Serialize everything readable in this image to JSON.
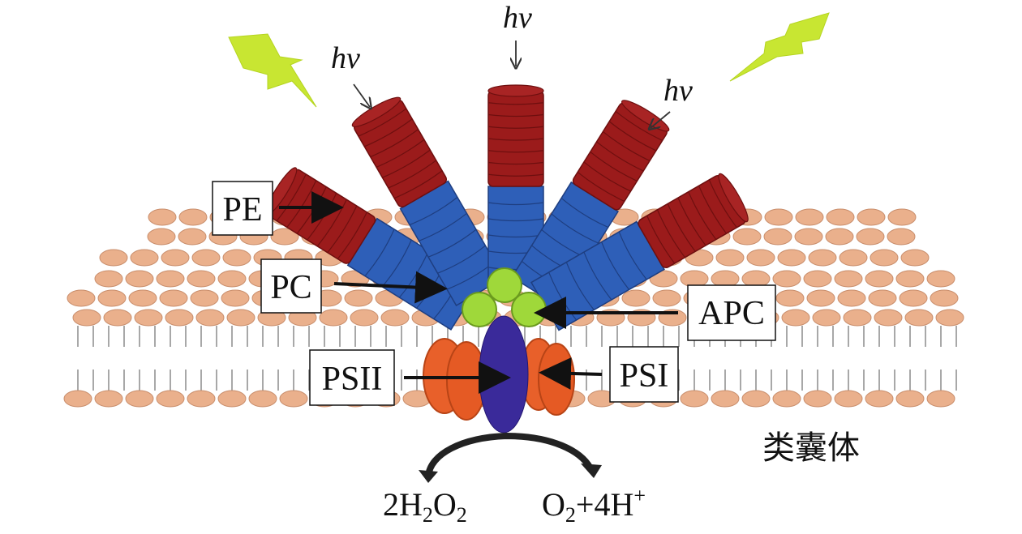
{
  "labels": {
    "pe": "PE",
    "pc": "PC",
    "apc": "APC",
    "psii": "PSII",
    "psi": "PSI",
    "hv": "hv",
    "thylakoid": "类囊体"
  },
  "reaction": {
    "reactant_coef": "2H",
    "reactant_sub1": "2",
    "reactant_mid": "O",
    "reactant_sub2": "2",
    "product_o": "O",
    "product_sub": "2",
    "product_plus": "+4H",
    "product_sup": "+"
  },
  "colors": {
    "lipid_head": "#EAB08C",
    "lipid_edge": "#C98E6C",
    "lipid_tail": "#8A8A8A",
    "pe_rod": "#9B1B1B",
    "pc_rod": "#2E5FB8",
    "apc": "#9FD83A",
    "psii": "#3A2A9A",
    "psi": "#E8602A",
    "light": "#C8E632"
  }
}
